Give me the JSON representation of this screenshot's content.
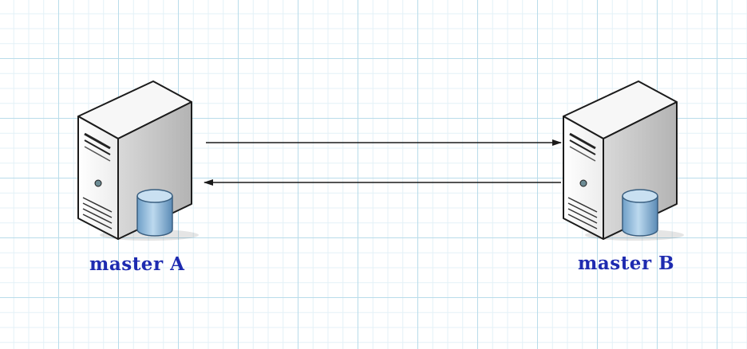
{
  "diagram": {
    "nodes": [
      {
        "id": "a",
        "label": "master A",
        "icon": "server-with-database-icon"
      },
      {
        "id": "b",
        "label": "master B",
        "icon": "server-with-database-icon"
      }
    ],
    "edges": [
      {
        "from": "a",
        "to": "b",
        "style": "solid-arrow"
      },
      {
        "from": "b",
        "to": "a",
        "style": "solid-arrow"
      }
    ]
  },
  "colors": {
    "label": "#1e2bb0",
    "grid_major": "#b9dcea",
    "grid_minor": "#e3f1f7",
    "database_fill": "#9fc5e0",
    "arrow": "#1a1a1a"
  }
}
